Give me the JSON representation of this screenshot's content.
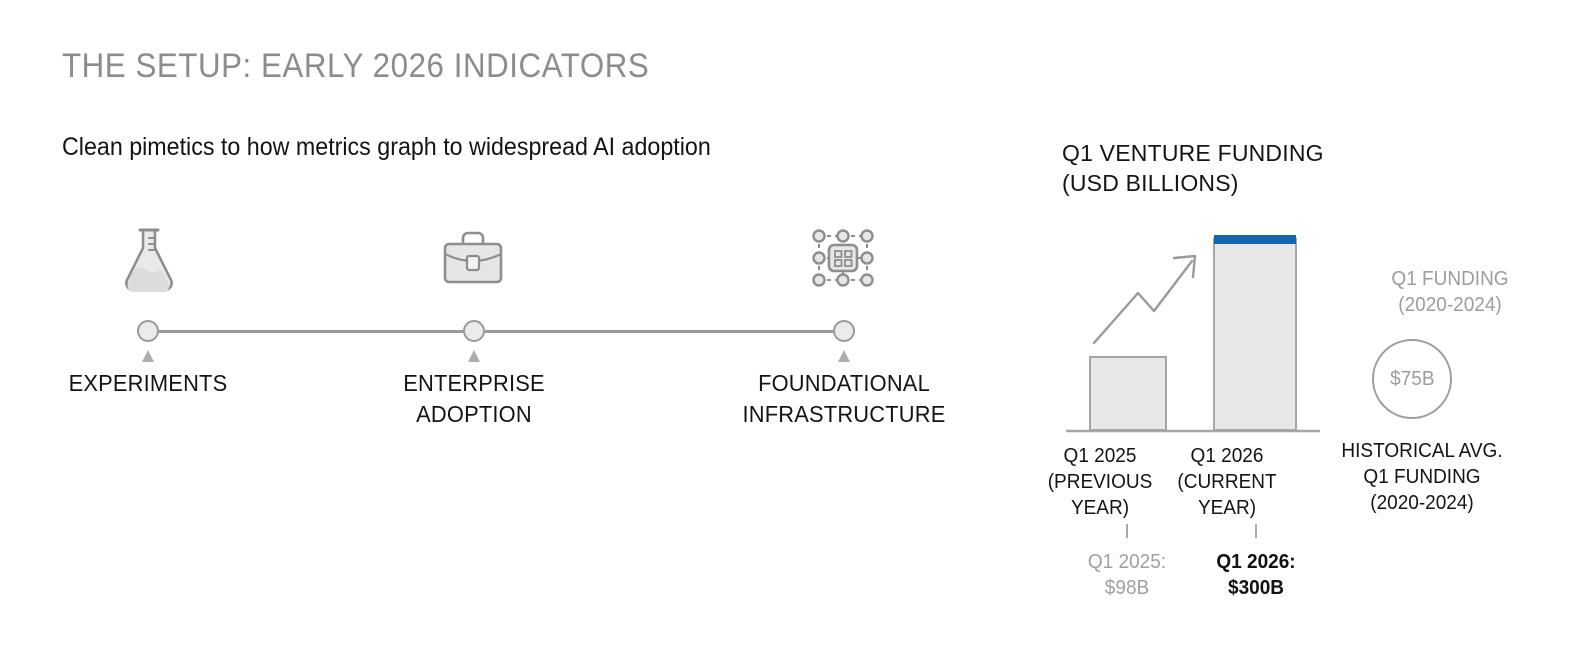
{
  "header": {
    "title": "THE SETUP: EARLY 2026 INDICATORS",
    "subtitle": "Clean pimetics to how metrics graph to widespread AI adoption"
  },
  "timeline": {
    "stages": [
      {
        "icon": "flask-icon",
        "label_line1": "EXPERIMENTS",
        "label_line2": ""
      },
      {
        "icon": "briefcase-icon",
        "label_line1": "ENTERPRISE",
        "label_line2": "ADOPTION"
      },
      {
        "icon": "network-chip-icon",
        "label_line1": "FOUNDATIONAL",
        "label_line2": "INFRASTRUCTURE"
      }
    ]
  },
  "funding": {
    "title_line1": "Q1 VENTURE FUNDING",
    "title_line2": "(USD BILLIONS)",
    "bars": [
      {
        "cap_line1": "Q1 2025",
        "cap_line2": "(PREVIOUS",
        "cap_line3": "YEAR)",
        "value_line1": "Q1 2025:",
        "value_line2": "$98B"
      },
      {
        "cap_line1": "Q1 2026",
        "cap_line2": "(CURRENT",
        "cap_line3": "YEAR)",
        "value_line1": "Q1 2026:",
        "value_line2": "$300B"
      }
    ],
    "historical": {
      "head_line1": "Q1 FUNDING",
      "head_line2": "(2020-2024)",
      "circle_value": "$75B",
      "caption_line1": "HISTORICAL AVG.",
      "caption_line2": "Q1 FUNDING",
      "caption_line3": "(2020-2024)"
    }
  },
  "chart_data": {
    "type": "bar",
    "title": "Q1 VENTURE FUNDING (USD BILLIONS)",
    "categories": [
      "Q1 2025 (PREVIOUS YEAR)",
      "Q1 2026 (CURRENT YEAR)"
    ],
    "values": [
      98,
      300
    ],
    "value_labels": [
      "$98B",
      "$300B"
    ],
    "reference": {
      "label": "HISTORICAL AVG. Q1 FUNDING (2020-2024)",
      "value": 75,
      "value_label": "$75B"
    },
    "xlabel": "",
    "ylabel": "USD Billions",
    "ylim": [
      0,
      320
    ],
    "grid": false,
    "legend": "none",
    "annotations": [
      "upward growth arrow"
    ],
    "colors": {
      "bar_fill": "#e8e8e8",
      "bar_stroke": "#a6a6a6",
      "highlight_cap": "#1565b0",
      "axis": "#a6a6a6"
    }
  }
}
